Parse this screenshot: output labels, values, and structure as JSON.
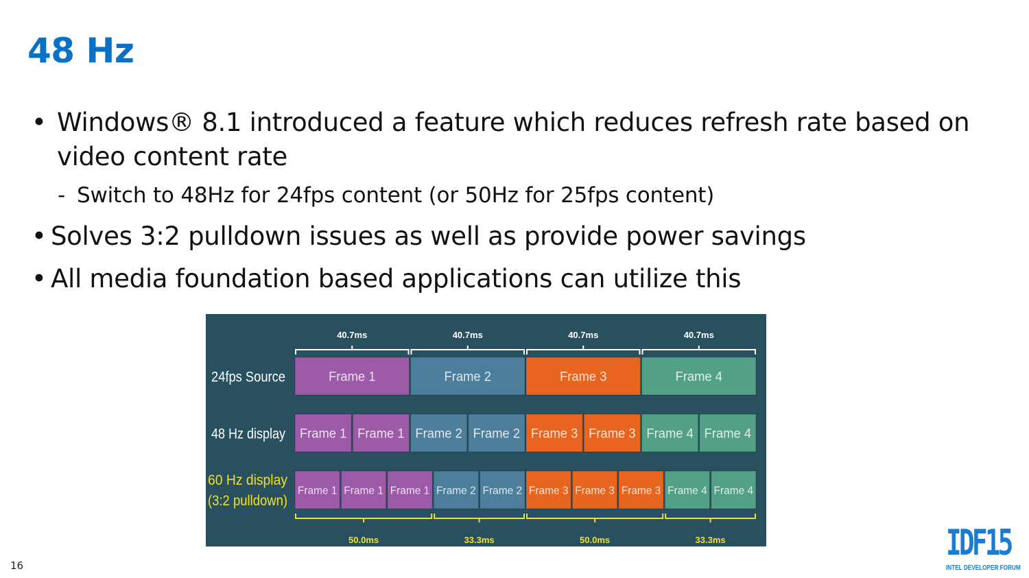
{
  "slide": {
    "title": "48 Hz",
    "bullet1": "Windows® 8.1 introduced a feature which reduces refresh rate based on video content rate",
    "sub_bullet": "Switch to 48Hz for 24fps content (or 50Hz for 25fps content)",
    "bullet2": "Solves 3:2 pulldown issues as well as provide power savings",
    "bullet3": "All media foundation based applications can utilize this",
    "page_number": "16"
  },
  "logo": {
    "mark": "IDF15",
    "subtitle": "INTEL DEVELOPER FORUM"
  },
  "diagram": {
    "background": "#28505e",
    "frame_colors": [
      "#9c5aa9",
      "#4d7f9d",
      "#e8651f",
      "#52a088"
    ],
    "top_intervals": [
      "40.7ms",
      "40.7ms",
      "40.7ms",
      "40.7ms"
    ],
    "bottom_intervals": [
      "50.0ms",
      "33.3ms",
      "50.0ms",
      "33.3ms"
    ],
    "rows": [
      {
        "label": "24fps Source",
        "label_color": "#ffffff",
        "cells": [
          {
            "text": "Frame 1",
            "frame": 1
          },
          {
            "text": "Frame 2",
            "frame": 2
          },
          {
            "text": "Frame 3",
            "frame": 3
          },
          {
            "text": "Frame 4",
            "frame": 4
          }
        ]
      },
      {
        "label": "48 Hz display",
        "label_color": "#ffffff",
        "cells": [
          {
            "text": "Frame 1",
            "frame": 1
          },
          {
            "text": "Frame 1",
            "frame": 1
          },
          {
            "text": "Frame 2",
            "frame": 2
          },
          {
            "text": "Frame 2",
            "frame": 2
          },
          {
            "text": "Frame 3",
            "frame": 3
          },
          {
            "text": "Frame 3",
            "frame": 3
          },
          {
            "text": "Frame 4",
            "frame": 4
          },
          {
            "text": "Frame 4",
            "frame": 4
          }
        ]
      },
      {
        "label_lines": [
          "60 Hz display",
          "(3:2 pulldown)"
        ],
        "label_color": "#f1e02b",
        "cells": [
          {
            "text": "Frame 1",
            "frame": 1
          },
          {
            "text": "Frame 1",
            "frame": 1
          },
          {
            "text": "Frame 1",
            "frame": 1
          },
          {
            "text": "Frame 2",
            "frame": 2
          },
          {
            "text": "Frame 2",
            "frame": 2
          },
          {
            "text": "Frame 3",
            "frame": 3
          },
          {
            "text": "Frame 3",
            "frame": 3
          },
          {
            "text": "Frame 3",
            "frame": 3
          },
          {
            "text": "Frame 4",
            "frame": 4
          },
          {
            "text": "Frame 4",
            "frame": 4
          }
        ]
      }
    ]
  }
}
